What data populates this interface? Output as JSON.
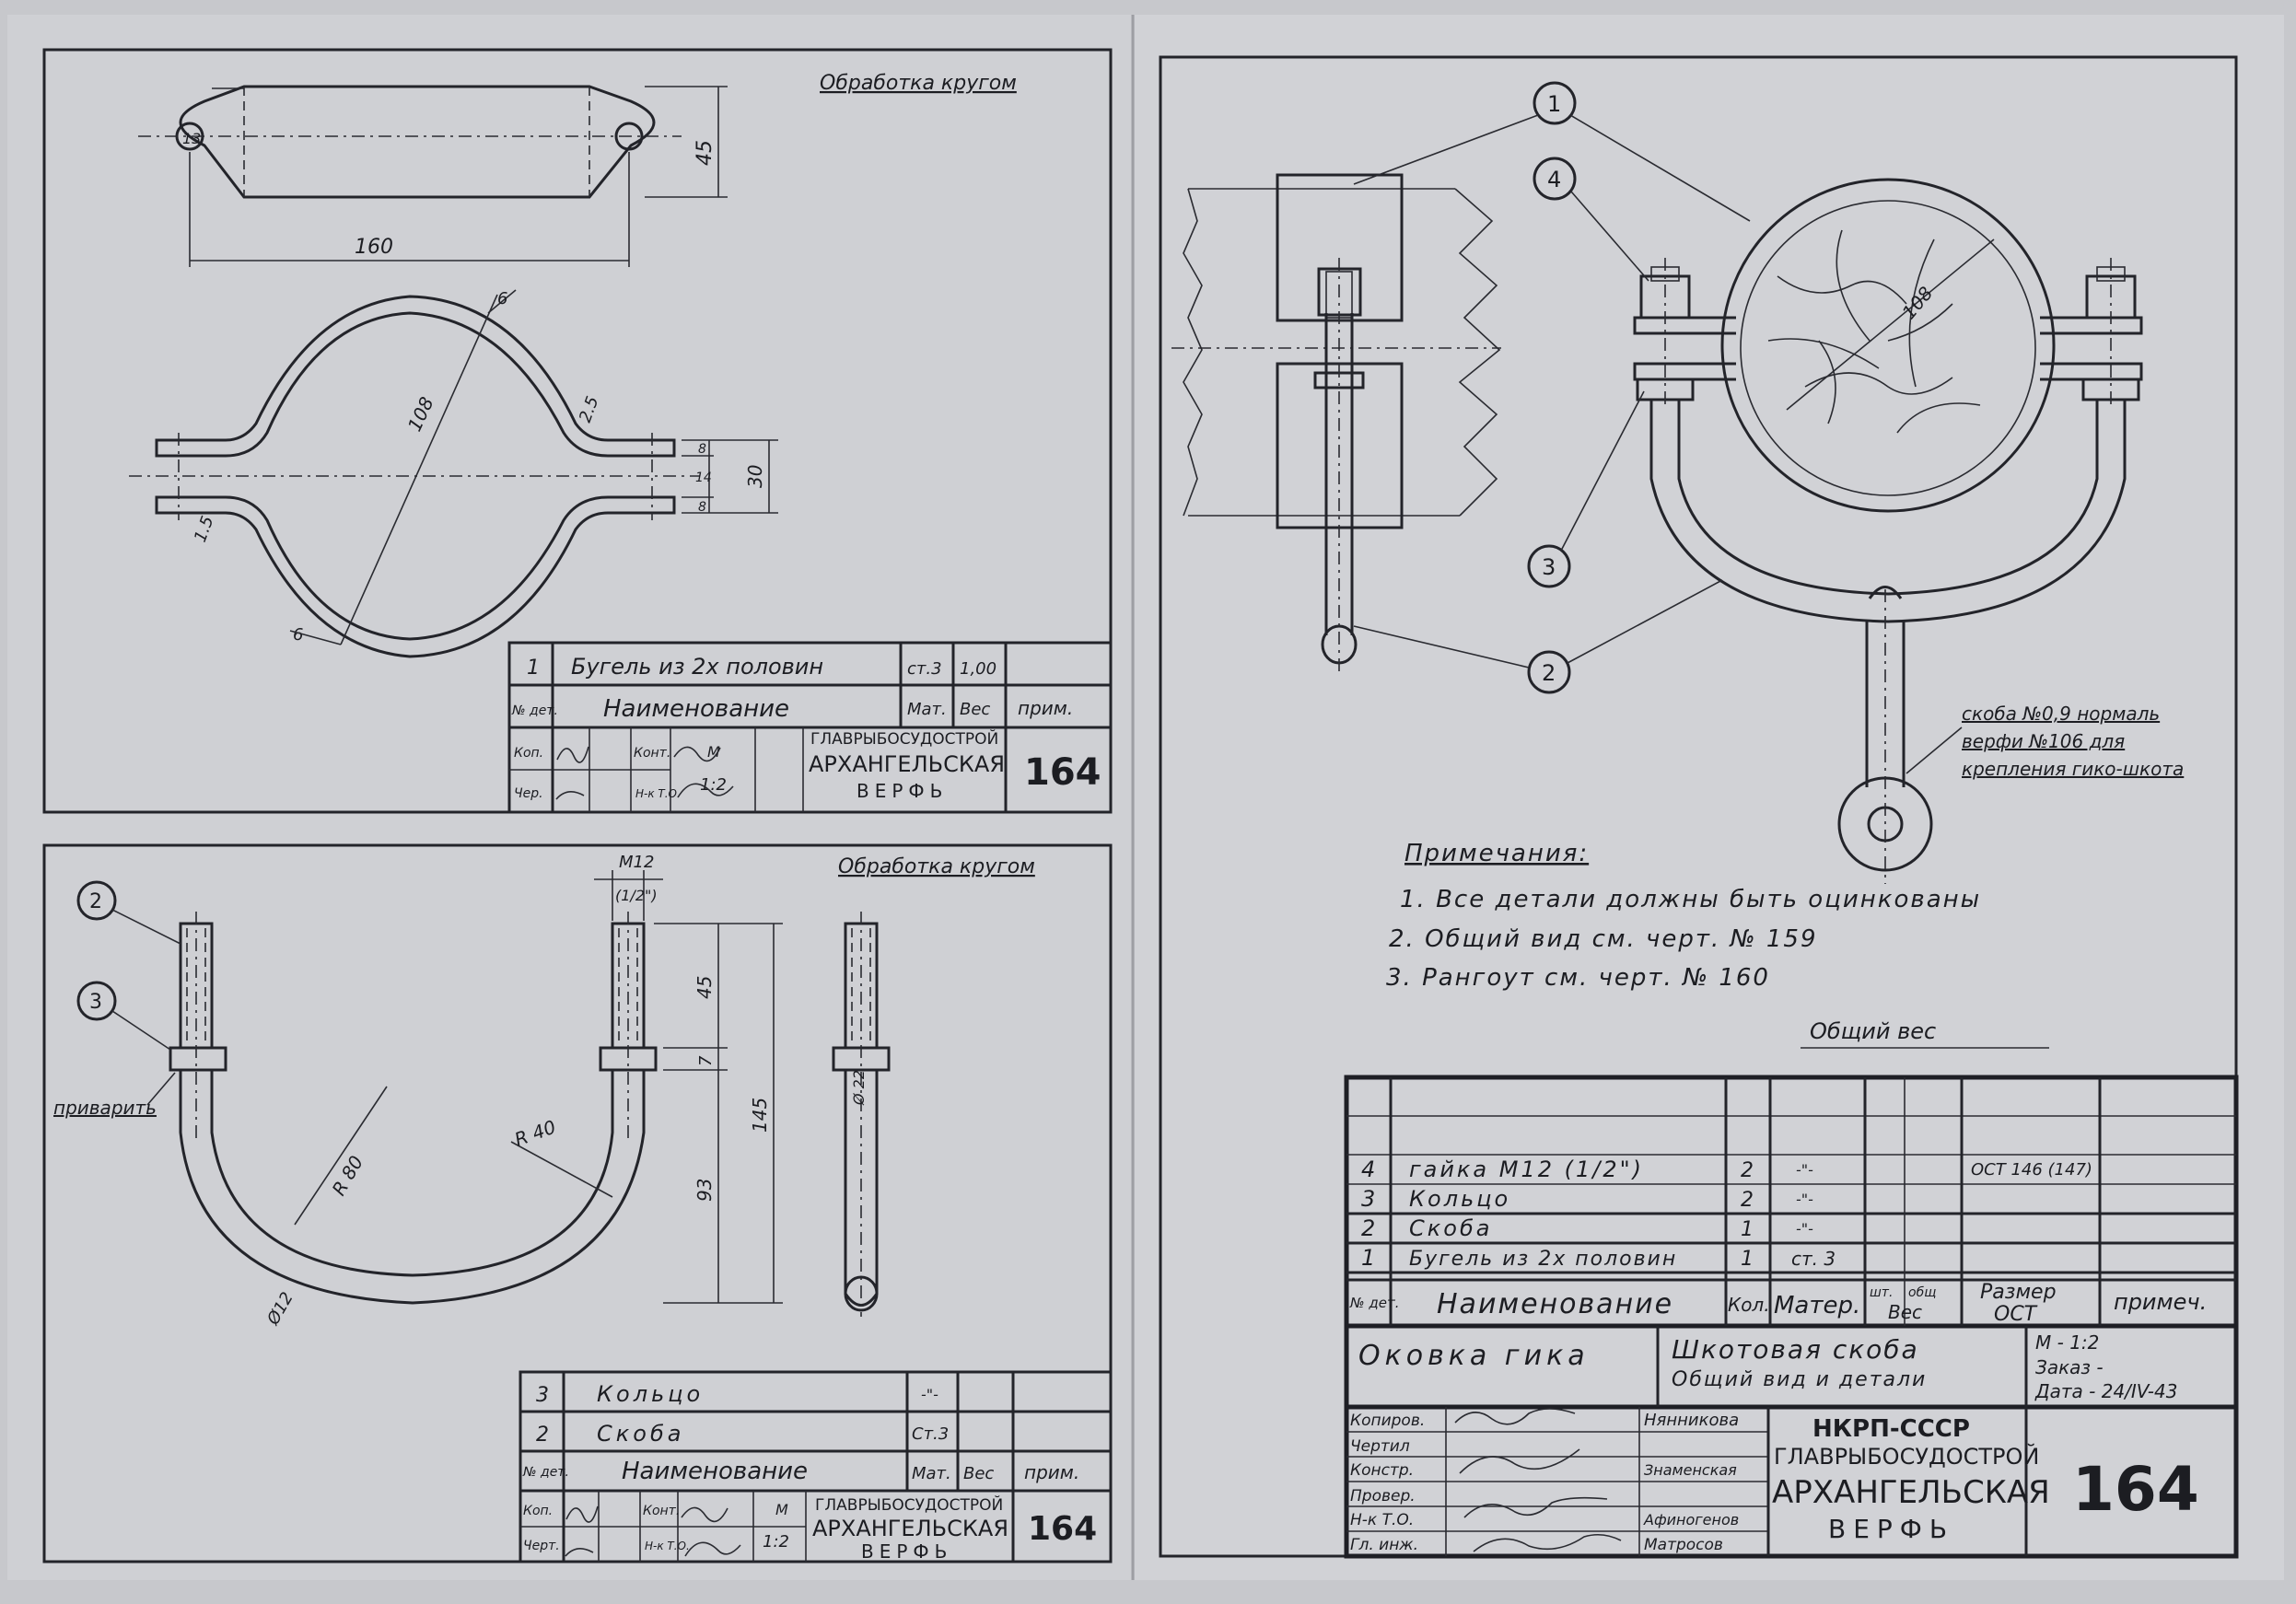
{
  "sheet1": {
    "note": "Обработка кругом",
    "dims": {
      "width_45": "45",
      "length_160": "160",
      "radius_13": "13",
      "diam_108": "108",
      "thk_6": "6",
      "thk_25": "2.5",
      "d8a": "8",
      "d14": "14",
      "d8b": "8",
      "d30": "30",
      "thk_15": "1.5",
      "thk_6b": "6"
    },
    "table": {
      "row": {
        "num": "1",
        "name": "Бугель из 2х половин",
        "material": "ст.3",
        "weight": "1,00"
      },
      "header": {
        "num": "№ дет.",
        "name": "Наименование",
        "material": "Мат.",
        "weight": "Вес",
        "note": "прим."
      },
      "labels": {
        "kop": "Коп.",
        "cher": "Чер.",
        "kont": "Конт.",
        "nkto": "Н-к Т.О.",
        "scale_m": "М",
        "scale": "1:2"
      },
      "org": {
        "line1": "ГЛАВРЫБОСУДОСТРОЙ",
        "line2": "АРХАНГЕЛЬСКАЯ",
        "line3": "ВЕРФЬ"
      },
      "number": "164"
    }
  },
  "sheet2": {
    "note": "Обработка кругом",
    "callouts": [
      "2",
      "3"
    ],
    "weld": "приварить",
    "dims": {
      "thread": "М12",
      "thread_in": "(1/2\")",
      "d45": "45",
      "d7": "7",
      "d93": "93",
      "d145": "145",
      "r80": "R 80",
      "r40": "R 40",
      "d12": "Ø12",
      "d22": "Ø 22"
    },
    "table": {
      "rows": [
        {
          "num": "3",
          "name": "Кольцо",
          "material": "-\"-"
        },
        {
          "num": "2",
          "name": "Скоба",
          "material": "Ст.3"
        }
      ],
      "header": {
        "num": "№ дет.",
        "name": "Наименование",
        "material": "Мат.",
        "weight": "Вес",
        "note": "прим."
      },
      "labels": {
        "kop": "Коп.",
        "cher": "Черт.",
        "kont": "Конт.",
        "nkto": "Н-к Т.О.",
        "scale_m": "М",
        "scale": "1:2"
      },
      "org": {
        "line1": "ГЛАВРЫБОСУДОСТРОЙ",
        "line2": "АРХАНГЕЛЬСКАЯ",
        "line3": "ВЕРФЬ"
      },
      "number": "164"
    }
  },
  "sheet3": {
    "callouts": [
      "1",
      "4",
      "3",
      "2"
    ],
    "dim_108": "108",
    "leader_note": [
      "скоба №0,9 нормаль",
      "верфи №106 для",
      "крепления гико-шкота"
    ],
    "notes_title": "Примечания:",
    "notes": [
      "1. Все детали должны быть оцинкованы",
      "2. Общий вид см. черт. № 159",
      "3. Рангоут см. черт. № 160"
    ],
    "total_weight": "Общий вес",
    "table": {
      "rows": [
        {
          "num": "4",
          "name": "гайка М12 (1/2\")",
          "qty": "2",
          "material": "-\"-",
          "size": "ОСТ 146 (147)"
        },
        {
          "num": "3",
          "name": "Кольцо",
          "qty": "2",
          "material": "-\"-",
          "size": ""
        },
        {
          "num": "2",
          "name": "Скоба",
          "qty": "1",
          "material": "-\"-",
          "size": ""
        },
        {
          "num": "1",
          "name": "Бугель из 2х половин",
          "qty": "1",
          "material": "ст. 3",
          "size": ""
        }
      ],
      "header": {
        "num": "№ дет.",
        "name": "Наименование",
        "qty": "Кол.",
        "material": "Матер.",
        "w1": "шт.",
        "w2": "общ",
        "weight": "Вес",
        "size1": "Размер",
        "size2": "ОСТ",
        "note": "примеч."
      },
      "title_left": "Оковка гика",
      "title_mid1": "Шкотовая скоба",
      "title_mid2": "Общий вид и детали",
      "scale": "М - 1:2",
      "order": "Заказ -",
      "date": "Дата - 24/IV-43",
      "roles": [
        "Копиров.",
        "Чертил",
        "Констр.",
        "Провер.",
        "Н-к Т.О.",
        "Гл. инж."
      ],
      "people": [
        "Нянникова",
        "",
        "Знаменская",
        "",
        "Афиногенов",
        "Матросов"
      ],
      "org": {
        "line1": "НКРП-СССР",
        "line2": "ГЛАВРЫБОСУДОСТРОЙ",
        "line3": "АРХАНГЕЛЬСКАЯ",
        "line4": "ВЕРФЬ"
      },
      "number": "164"
    }
  }
}
